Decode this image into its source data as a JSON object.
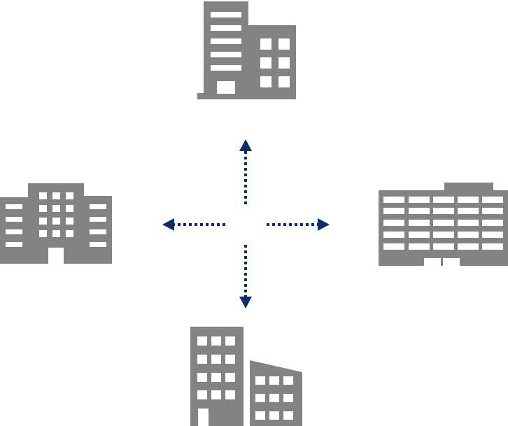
{
  "colors": {
    "building": "#838383",
    "window": "#ffffff",
    "arrow": "#0b2d6b",
    "background": "#ffffff"
  },
  "nodes": [
    {
      "id": "top",
      "icon": "office-tower-with-annex-icon"
    },
    {
      "id": "left",
      "icon": "apartment-building-icon"
    },
    {
      "id": "right",
      "icon": "wide-office-block-icon"
    },
    {
      "id": "bottom",
      "icon": "office-buildings-pair-icon"
    }
  ],
  "arrows": [
    {
      "direction": "up",
      "style": "dotted"
    },
    {
      "direction": "left",
      "style": "dotted"
    },
    {
      "direction": "right",
      "style": "dotted"
    },
    {
      "direction": "down",
      "style": "dotted"
    }
  ]
}
